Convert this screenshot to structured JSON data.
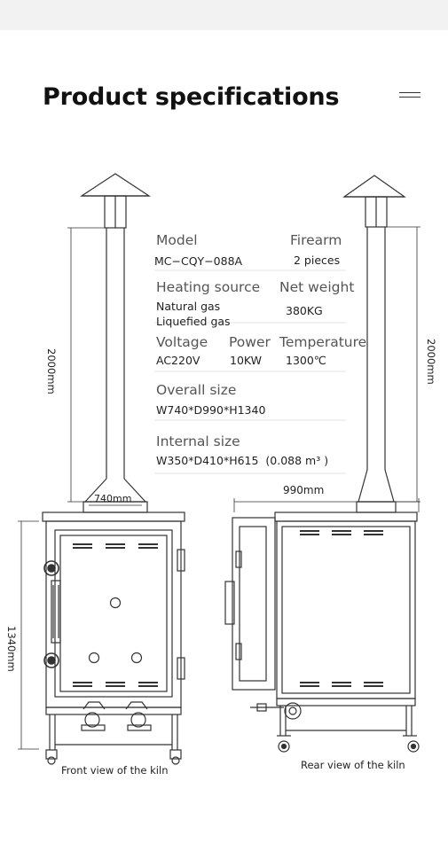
{
  "header": {
    "title": "Product specifications",
    "menu_icon": "menu-icon"
  },
  "specs": {
    "model": {
      "label": "Model",
      "value": "MC−CQY−088A"
    },
    "firearm": {
      "label": "Firearm",
      "value": "2 pieces"
    },
    "heating_source": {
      "label": "Heating source",
      "value_line1": "Natural gas",
      "value_line2": "Liquefied gas"
    },
    "net_weight": {
      "label": "Net weight",
      "value": "380KG"
    },
    "voltage": {
      "label": "Voltage",
      "value": "AC220V"
    },
    "power": {
      "label": "Power",
      "value": "10KW"
    },
    "temperature": {
      "label": "Temperature",
      "value": "1300℃"
    },
    "overall_size": {
      "label": "Overall size",
      "value": "W740*D990*H1340"
    },
    "internal_size": {
      "label": "Internal size",
      "value": "W350*D410*H615  (0.088 m³ )"
    }
  },
  "dimensions": {
    "front_chimney_height": "2000mm",
    "rear_chimney_height": "2000mm",
    "front_width": "740mm",
    "rear_depth": "990mm",
    "body_height": "1340mm"
  },
  "captions": {
    "front": "Front view of the kiln",
    "rear": "Rear view of the kiln"
  }
}
